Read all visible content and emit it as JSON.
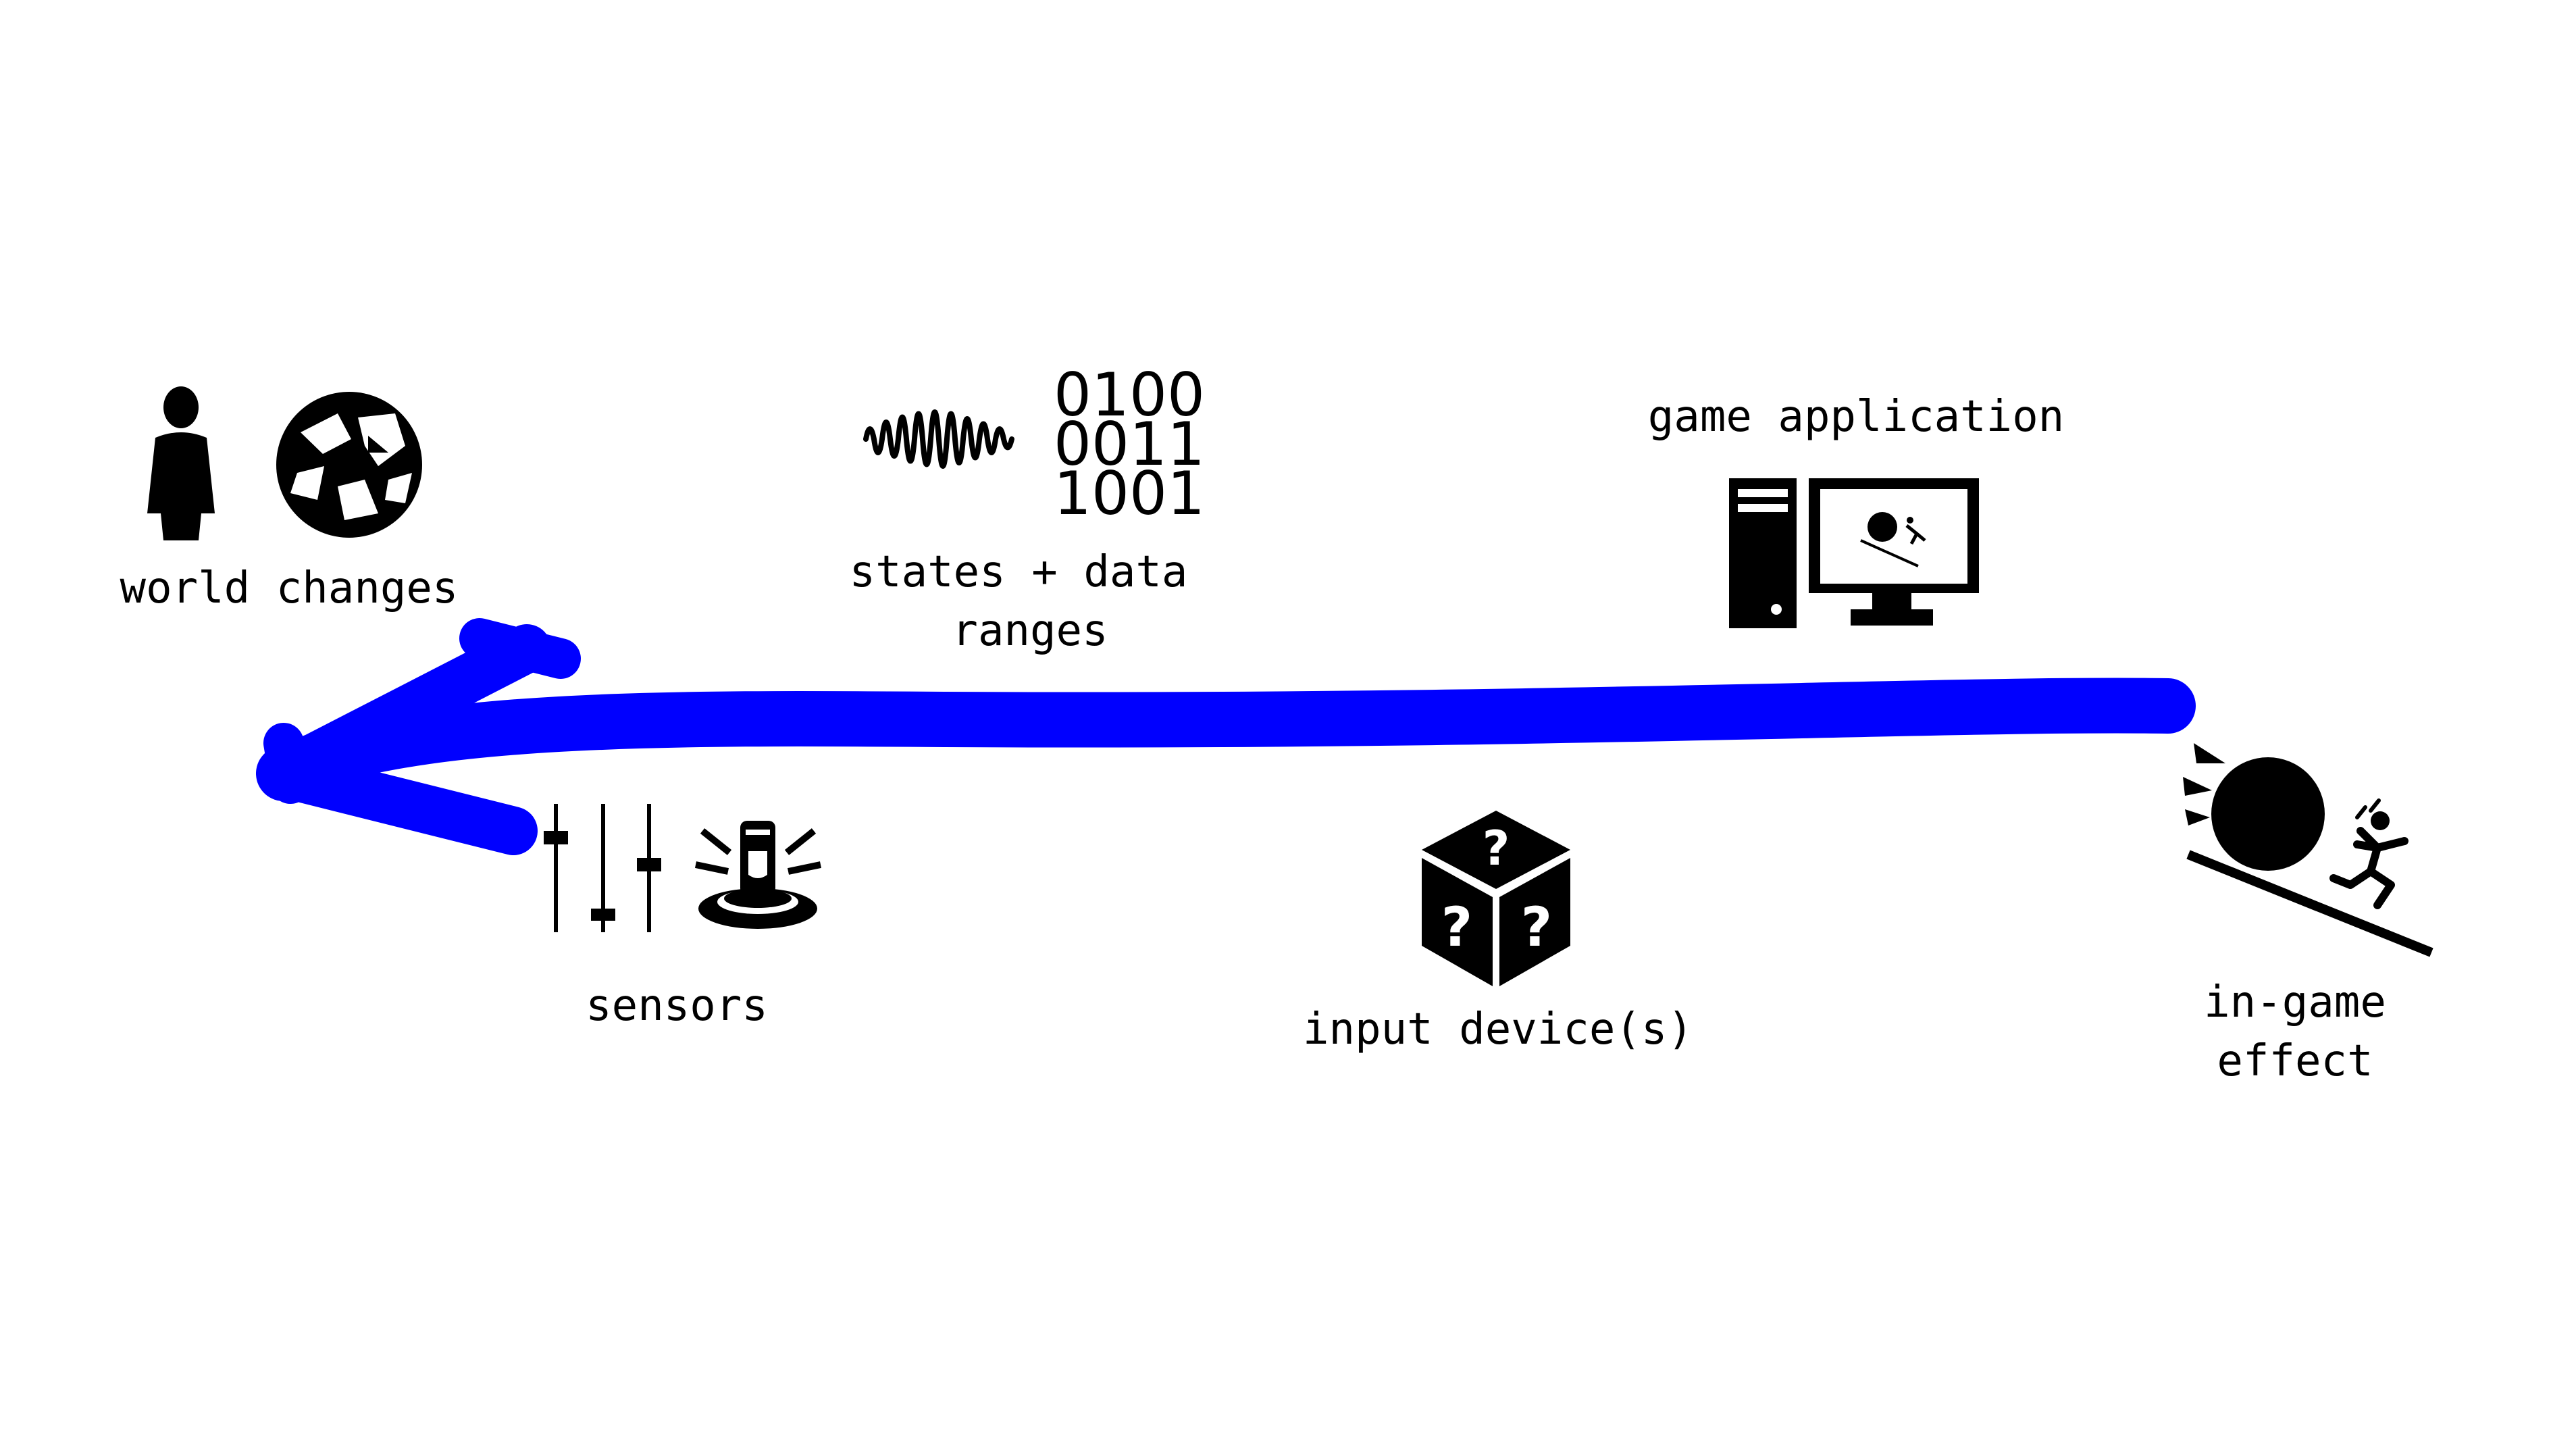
{
  "diagram": {
    "arrow_color": "#0000ff",
    "nodes": {
      "world_changes": {
        "label": "world changes",
        "icons": [
          "person-icon",
          "globe-icon"
        ]
      },
      "states_data": {
        "label_line1": "states + data",
        "label_line2": "ranges",
        "binary": [
          "0100",
          "0011",
          "1001"
        ],
        "icons": [
          "waveform-icon"
        ]
      },
      "game_application": {
        "label": "game application",
        "icons": [
          "desktop-computer-icon"
        ]
      },
      "sensors": {
        "label": "sensors",
        "icons": [
          "sliders-icon",
          "pressure-sensor-icon"
        ]
      },
      "input_devices": {
        "label": "input device(s)",
        "icons": [
          "mystery-dice-icon"
        ]
      },
      "in_game_effect": {
        "label_line1": "in-game",
        "label_line2": "effect",
        "icons": [
          "rolling-boulder-icon"
        ]
      }
    }
  }
}
